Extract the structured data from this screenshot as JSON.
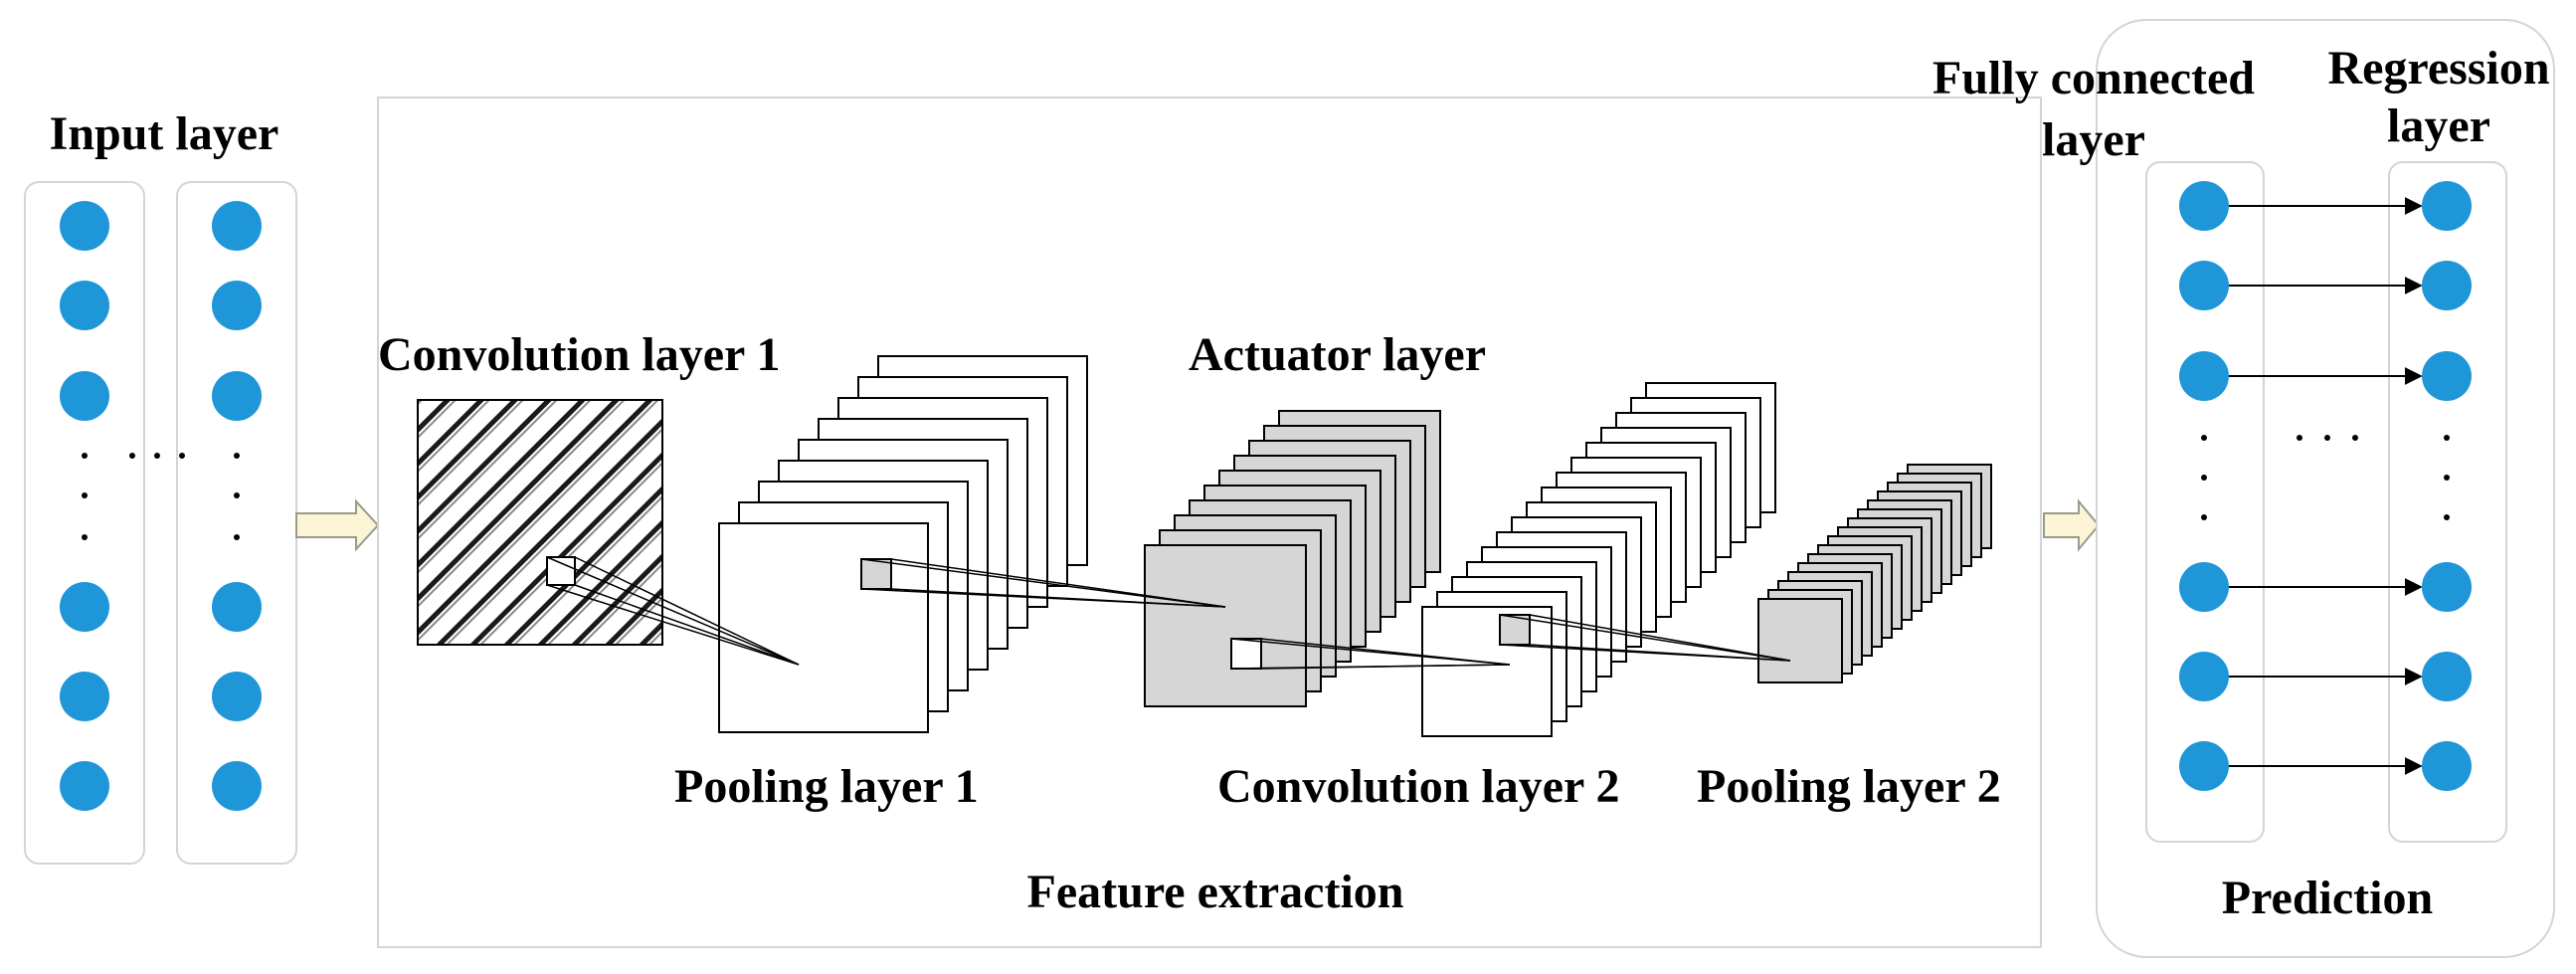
{
  "labels": {
    "input_layer": "Input layer",
    "conv1": "Convolution layer 1",
    "pool1": "Pooling layer 1",
    "actuator": "Actuator layer",
    "conv2": "Convolution layer 2",
    "pool2": "Pooling layer 2",
    "feature_extraction": "Feature extraction",
    "fc_line1": "Fully connected",
    "fc_line2": "layer",
    "regression_line1": "Regression",
    "regression_line2": "layer",
    "prediction": "Prediction"
  },
  "colors": {
    "node": "#1f96d8",
    "map_gray": "#d6d6d6",
    "arrow_fill": "#fbf5d6",
    "arrow_stroke": "#9a9a8a",
    "panel_stroke": "#d4d4d4"
  }
}
